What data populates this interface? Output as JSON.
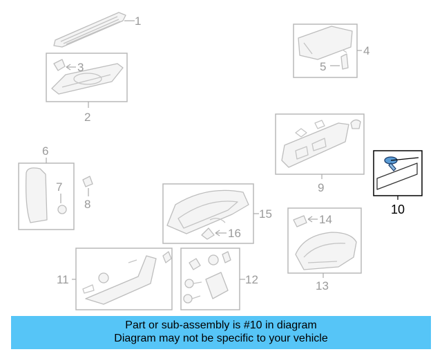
{
  "labels": {
    "l1": "1",
    "l2": "2",
    "l3": "3",
    "l4": "4",
    "l5": "5",
    "l6": "6",
    "l7": "7",
    "l8": "8",
    "l9": "9",
    "l10": "10",
    "l11": "11",
    "l12": "12",
    "l13": "13",
    "l14": "14",
    "l15": "15",
    "l16": "16"
  },
  "highlighted_part": "10",
  "banner": {
    "line1": "Part or sub-assembly is #10 in diagram",
    "line2": "Diagram may not be specific to your vehicle",
    "color": "#56c5f7"
  }
}
